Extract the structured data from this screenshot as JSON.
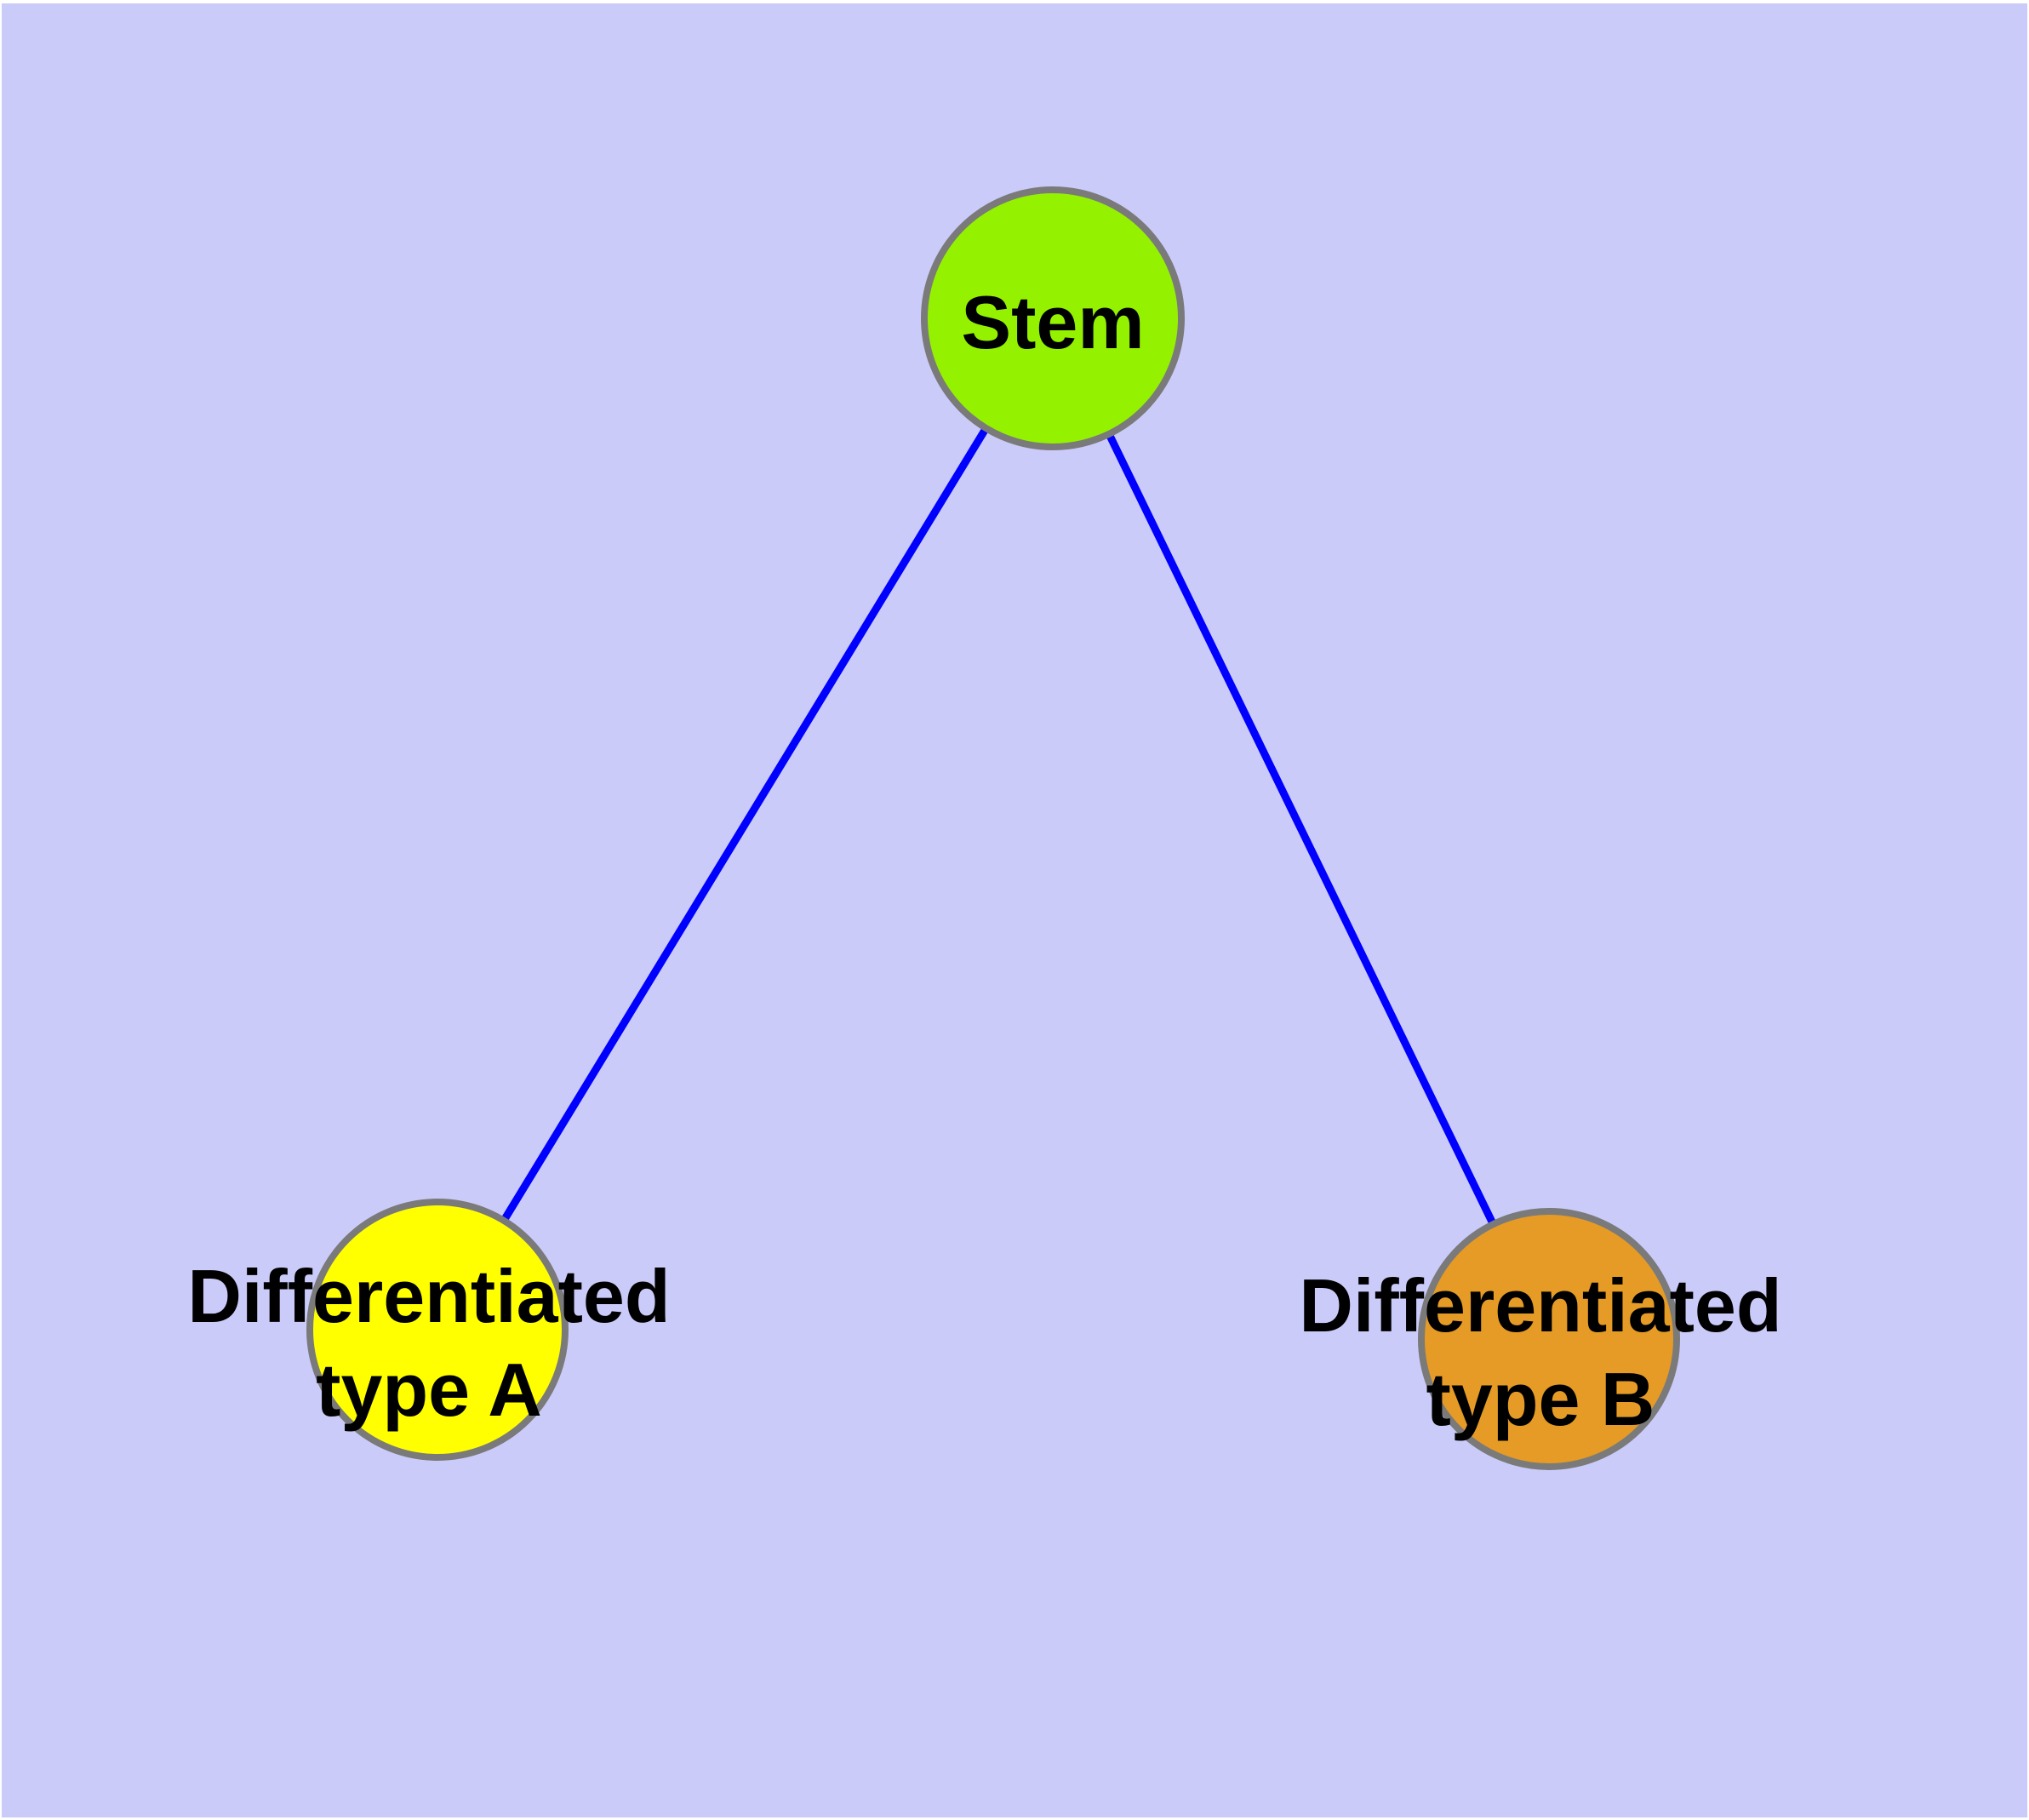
{
  "diagram": {
    "background_color": "#CBCBFA",
    "frame_color": "#FFFFFF",
    "edge_color": "#0000FF",
    "node_border_color": "#7A7A7A",
    "nodes": [
      {
        "id": "stem",
        "label": [
          "Stem"
        ],
        "color": "#94F200"
      },
      {
        "id": "differentiated-type-a",
        "label": [
          "Differentiated",
          "type A"
        ],
        "color": "#FFFF00"
      },
      {
        "id": "differentiated-type-b",
        "label": [
          "Differentiated",
          "type B"
        ],
        "color": "#E59B25"
      }
    ],
    "edges": [
      {
        "from": "stem",
        "to": "differentiated-type-a"
      },
      {
        "from": "stem",
        "to": "differentiated-type-b"
      }
    ]
  }
}
